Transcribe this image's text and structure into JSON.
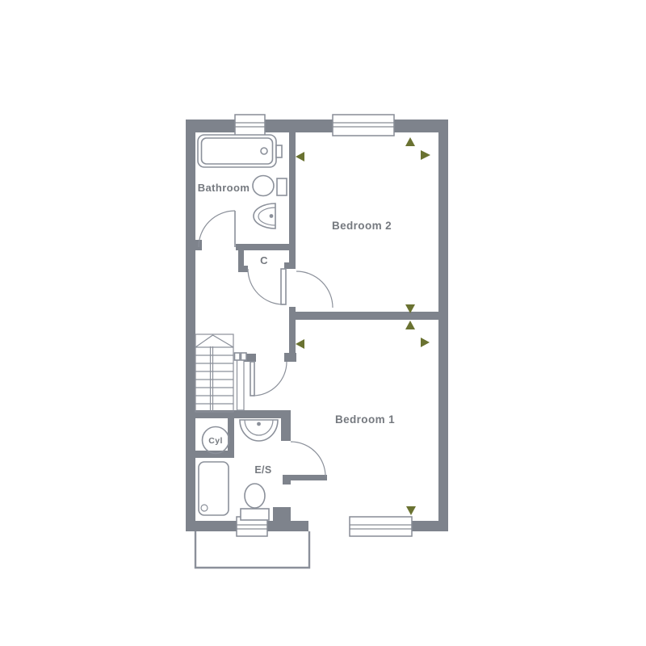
{
  "floorplan": {
    "rooms": {
      "bathroom": {
        "label": "Bathroom"
      },
      "bedroom2": {
        "label": "Bedroom 2"
      },
      "bedroom1": {
        "label": "Bedroom 1"
      },
      "cupboard": {
        "label": "C"
      },
      "cylinder": {
        "label": "Cyl"
      },
      "ensuite": {
        "label": "E/S"
      }
    },
    "fixtures": [
      "bath",
      "toilet",
      "basin",
      "shower-tray",
      "staircase",
      "hot-water-cylinder"
    ],
    "windows": [
      "bathroom-top",
      "bedroom2-top",
      "ensuite-bottom",
      "bedroom1-bottom"
    ],
    "doors": [
      "bathroom",
      "cupboard",
      "bedroom2",
      "bedroom1",
      "ensuite"
    ],
    "dimension_markers": [
      {
        "direction": "up",
        "room": "bedroom2"
      },
      {
        "direction": "right",
        "room": "bedroom2"
      },
      {
        "direction": "left",
        "room": "bedroom2"
      },
      {
        "direction": "down",
        "room": "bedroom2"
      },
      {
        "direction": "up",
        "room": "bedroom1"
      },
      {
        "direction": "left",
        "room": "bedroom1"
      },
      {
        "direction": "right",
        "room": "bedroom1"
      },
      {
        "direction": "down",
        "room": "bedroom1"
      }
    ],
    "colors": {
      "wall": "#7e838c",
      "fixture_outline": "#8b909a",
      "label_text": "#75797f",
      "marker": "#6a7231",
      "background": "#ffffff"
    }
  }
}
